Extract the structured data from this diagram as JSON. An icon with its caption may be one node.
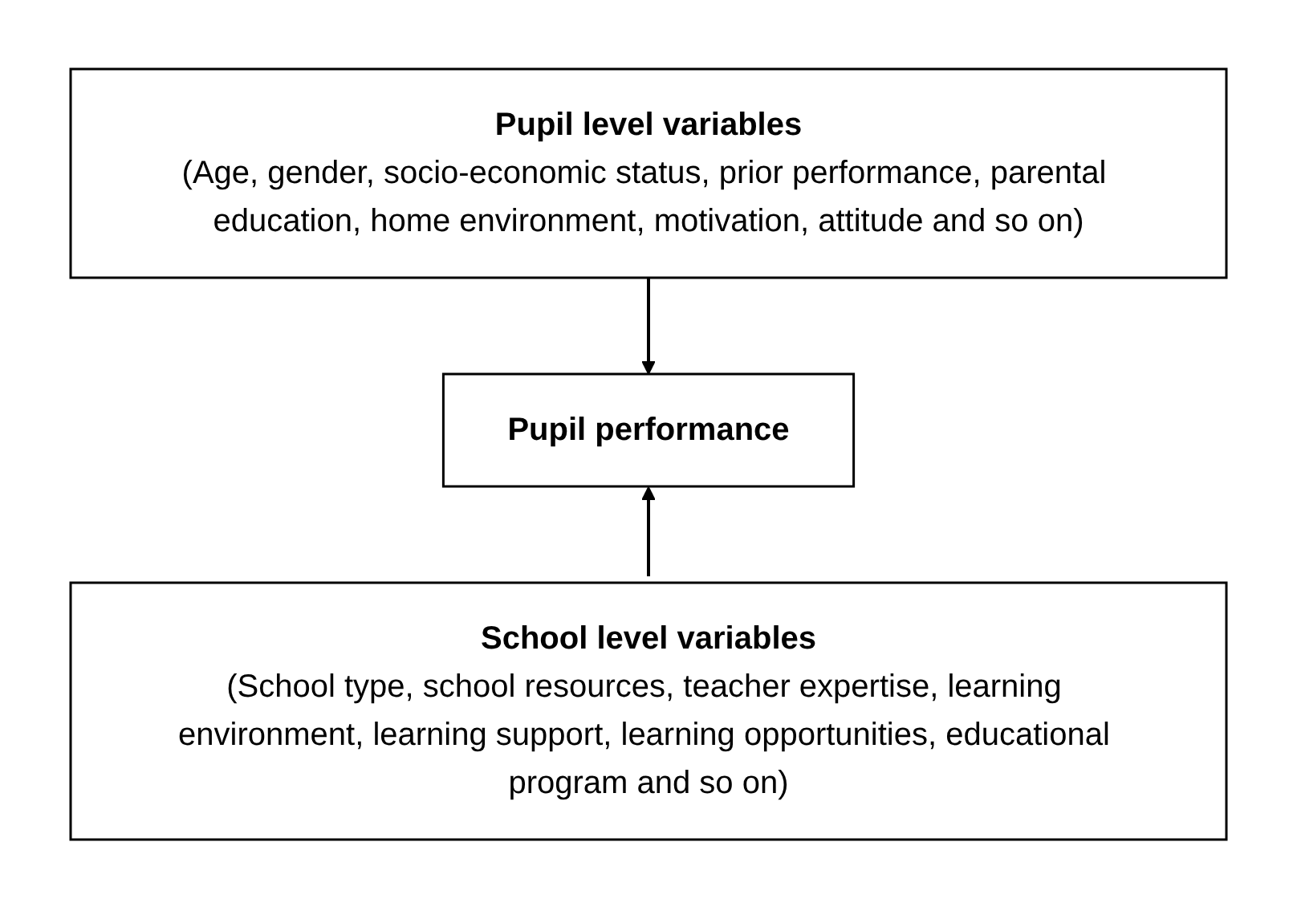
{
  "diagram": {
    "nodes": [
      {
        "text": [
          "Pupil level variables",
          "(Age, gender, socio-economic status, prior performance, parental education, home environment, motivation, attitude and so on)"
        ]
      },
      {
        "text": [
          "Pupil performance"
        ]
      },
      {
        "text": [
          "School level variables",
          "(School type, school resources, teacher expertise, learning environment, learning support, learning opportunities, educational program and so on)"
        ]
      }
    ],
    "edges": [
      {
        "from": 0,
        "to": 1,
        "arrow": "to"
      },
      {
        "from": 2,
        "to": 1,
        "arrow": "to"
      }
    ]
  }
}
